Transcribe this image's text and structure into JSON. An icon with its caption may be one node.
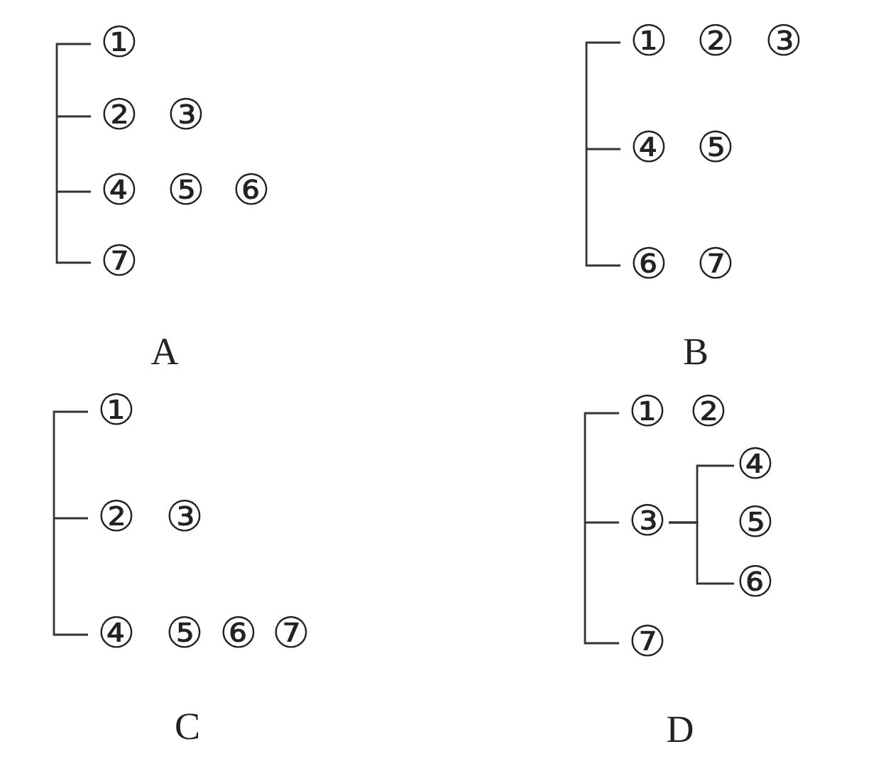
{
  "diagram": {
    "nodes": [
      {
        "text": [
          "③"
        ]
      },
      {
        "text": [
          "④"
        ]
      },
      {
        "text": [
          "⑥"
        ]
      }
    ],
    "edges": [
      {
        "from": 0,
        "to": 1,
        "arrow": "none"
      },
      {
        "from": 0,
        "to": 2,
        "arrow": "none"
      }
    ],
    "labels": [
      "①",
      "②",
      "③",
      "④",
      "⑤",
      "⑥",
      "⑦",
      "A",
      "①",
      "②",
      "③",
      "④",
      "⑤",
      "⑥",
      "⑦",
      "B",
      "①",
      "②",
      "③",
      "④",
      "⑤",
      "⑥",
      "⑦",
      "C",
      "①",
      "②",
      "⑤",
      "⑦",
      "D"
    ]
  }
}
